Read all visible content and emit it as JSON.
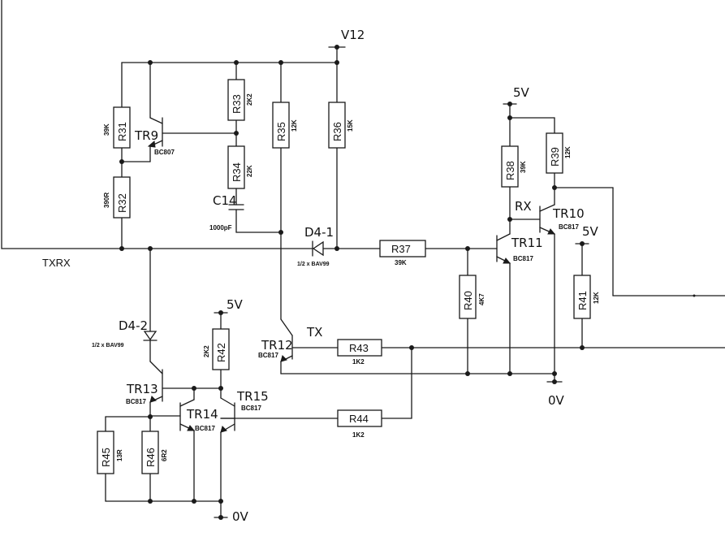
{
  "nets": {
    "v12": "V12",
    "five_v": "5V",
    "zero_v": "0V",
    "txrx": "TXRX",
    "rx": "RX",
    "tx": "TX"
  },
  "resistors": {
    "r31": {
      "ref": "R31",
      "val": "39K"
    },
    "r32": {
      "ref": "R32",
      "val": "390R"
    },
    "r33": {
      "ref": "R33",
      "val": "2K2"
    },
    "r34": {
      "ref": "R34",
      "val": "22K"
    },
    "r35": {
      "ref": "R35",
      "val": "12K"
    },
    "r36": {
      "ref": "R36",
      "val": "15K"
    },
    "r37": {
      "ref": "R37",
      "val": "39K"
    },
    "r38": {
      "ref": "R38",
      "val": "39K"
    },
    "r39": {
      "ref": "R39",
      "val": "12K"
    },
    "r40": {
      "ref": "R40",
      "val": "4K7"
    },
    "r41": {
      "ref": "R41",
      "val": "12K"
    },
    "r42": {
      "ref": "R42",
      "val": "2K2"
    },
    "r43": {
      "ref": "R43",
      "val": "1K2"
    },
    "r44": {
      "ref": "R44",
      "val": "1K2"
    },
    "r45": {
      "ref": "R45",
      "val": "13R"
    },
    "r46": {
      "ref": "R46",
      "val": "6R2"
    }
  },
  "transistors": {
    "tr9": {
      "ref": "TR9",
      "part": "BC807"
    },
    "tr10": {
      "ref": "TR10",
      "part": "BC817"
    },
    "tr11": {
      "ref": "TR11",
      "part": "BC817"
    },
    "tr12": {
      "ref": "TR12",
      "part": "BC817"
    },
    "tr13": {
      "ref": "TR13",
      "part": "BC817"
    },
    "tr14": {
      "ref": "TR14",
      "part": "BC817"
    },
    "tr15": {
      "ref": "TR15",
      "part": "BC817"
    }
  },
  "capacitors": {
    "c14": {
      "ref": "C14",
      "val": "1000pF"
    }
  },
  "diodes": {
    "d4_1": {
      "ref": "D4-1",
      "part": "1/2 x BAV99"
    },
    "d4_2": {
      "ref": "D4-2",
      "part": "1/2 x BAV99"
    }
  }
}
